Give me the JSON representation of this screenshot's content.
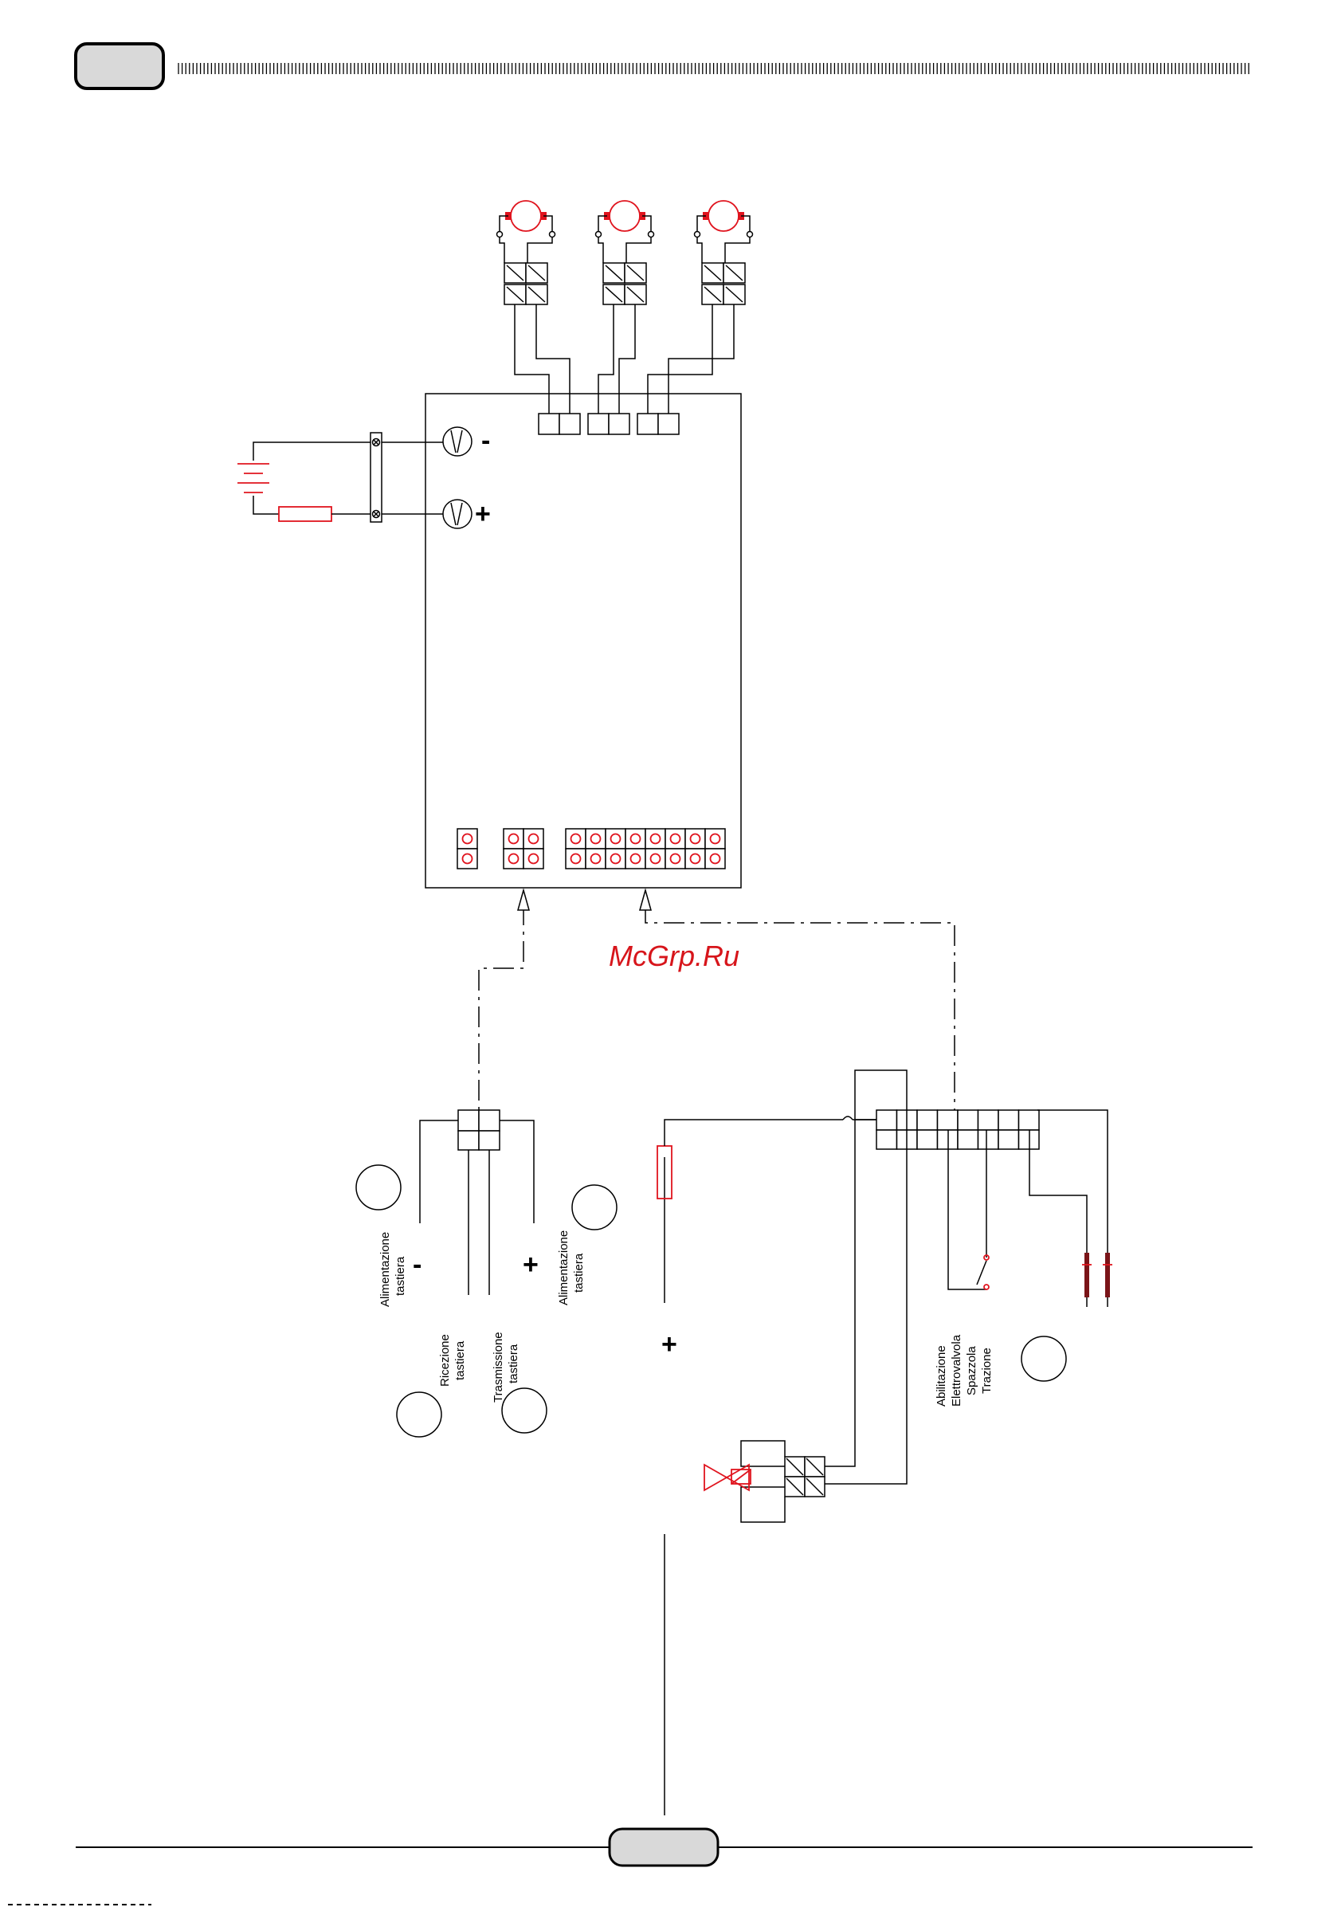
{
  "watermark": "McGrp.Ru",
  "terminals": {
    "minus": "-",
    "plus": "+"
  },
  "labels": {
    "keyboard_supply": [
      "Alimentazione",
      "tastiera"
    ],
    "keyboard_rx": [
      "Ricezione",
      "tastiera"
    ],
    "keyboard_tx": [
      "Trasmissione",
      "tastiera"
    ],
    "enable": [
      "Abilitazione",
      "Elettrovalvola",
      "Spazzola",
      "Trazione"
    ]
  },
  "colors": {
    "line": "#000000",
    "accent": "#e0141e",
    "watermark": "#d7151b",
    "tab": "#d9d9d9"
  }
}
